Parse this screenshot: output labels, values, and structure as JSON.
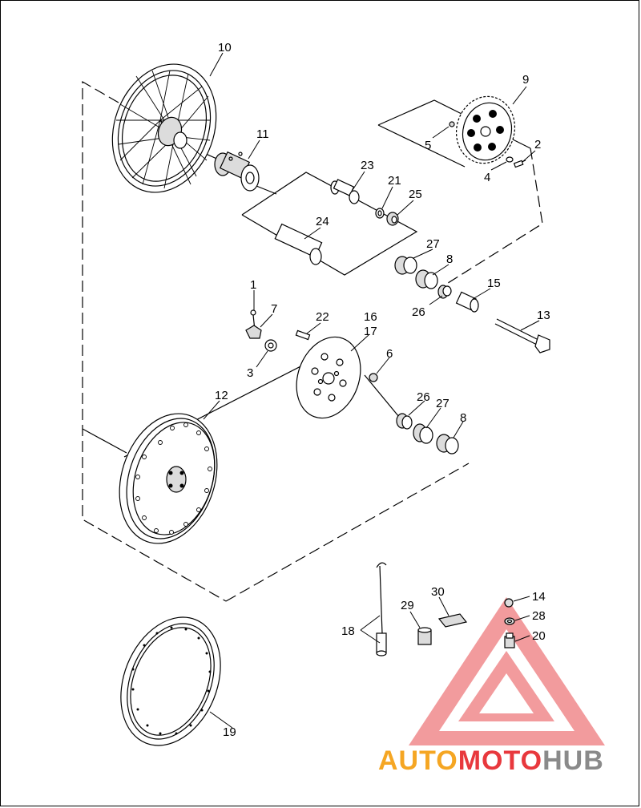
{
  "diagram": {
    "callouts": {
      "c1": "1",
      "c2": "2",
      "c3": "3",
      "c4": "4",
      "c5": "5",
      "c6": "6",
      "c7": "7",
      "c8a": "8",
      "c8b": "8",
      "c9": "9",
      "c10": "10",
      "c11": "11",
      "c12": "12",
      "c13": "13",
      "c14": "14",
      "c15": "15",
      "c16": "16",
      "c17": "17",
      "c18": "18",
      "c19": "19",
      "c20": "20",
      "c21": "21",
      "c22": "22",
      "c23": "23",
      "c24": "24",
      "c25": "25",
      "c26a": "26",
      "c26b": "26",
      "c27a": "27",
      "c27b": "27",
      "c28": "28",
      "c29": "29",
      "c30": "30"
    }
  },
  "watermark": {
    "part1": "AUTO",
    "part2": "MOTO",
    "part3": "HUB",
    "colors": {
      "red": "#e8383d",
      "orange": "#f5a623",
      "gray": "#8a8a8a"
    }
  }
}
